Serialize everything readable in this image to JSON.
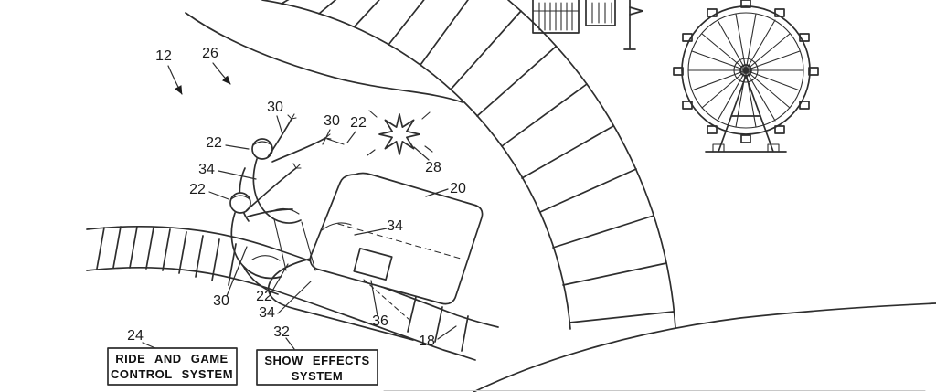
{
  "figure": {
    "labels": {
      "n12": "12",
      "n18": "18",
      "n20": "20",
      "n22": "22",
      "n24": "24",
      "n26": "26",
      "n28": "28",
      "n30": "30",
      "n32": "32",
      "n34": "34",
      "n36": "36"
    },
    "systems": {
      "ride_and_game_control": {
        "line1": "RIDE AND GAME",
        "line2": "CONTROL SYSTEM"
      },
      "show_effects": {
        "line1": "SHOW EFFECTS",
        "line2": "SYSTEM"
      }
    }
  }
}
